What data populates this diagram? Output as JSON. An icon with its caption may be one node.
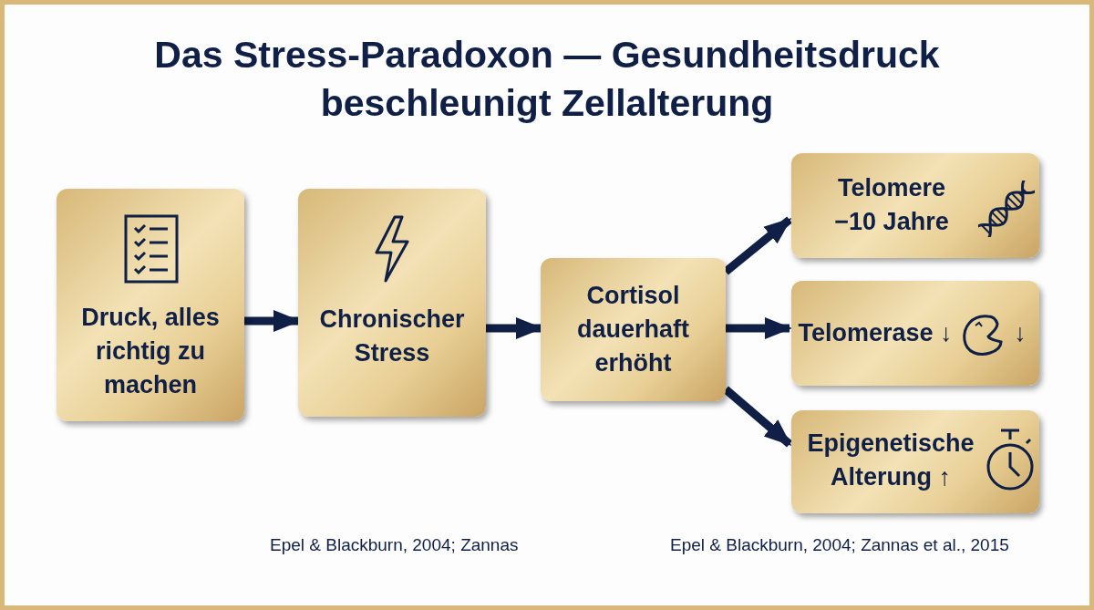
{
  "diagram": {
    "title": "Das Stress-Paradoxon — Gesundheitsdruck beschleunigt Zellalterung",
    "nodes": [
      {
        "text": [
          "Druck, alles richtig zu machen"
        ]
      },
      {
        "text": [
          "Chronischer Stress"
        ]
      },
      {
        "text": [
          "Cortisol dauerhaft erhöht"
        ]
      },
      {
        "text": [
          "Telomere −10 Jahre"
        ]
      },
      {
        "text": [
          "Telomerase ↓",
          "↓"
        ]
      },
      {
        "text": [
          "Epigenetische Alterung ↑"
        ]
      }
    ],
    "edges": [
      {
        "from": 0,
        "to": 1,
        "arrow": "to"
      },
      {
        "from": 1,
        "to": 2,
        "arrow": "to"
      },
      {
        "from": 2,
        "to": 3,
        "arrow": "to"
      },
      {
        "from": 2,
        "to": 4,
        "arrow": "to"
      },
      {
        "from": 2,
        "to": 5,
        "arrow": "to"
      }
    ],
    "labels": [
      "Epel & Blackburn, 2004; Zannas",
      "Epel & Blackburn, 2004; Zannas et al., 2015"
    ]
  }
}
